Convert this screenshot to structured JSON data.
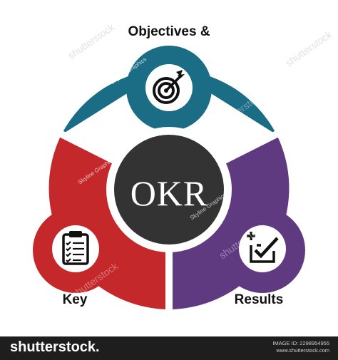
{
  "diagram": {
    "center_label": "OKR",
    "segments": [
      {
        "label": "Objectives &",
        "color": "#1b6d86",
        "icon": "target-icon"
      },
      {
        "label": "Key",
        "color": "#c4282b",
        "icon": "clipboard-checklist-icon"
      },
      {
        "label": "Results",
        "color": "#5f3a80",
        "icon": "task-checkbox-icon"
      }
    ]
  },
  "watermark": {
    "brand": "shutterstock",
    "author": "Skyline Graphics"
  },
  "footer": {
    "logo_text": "shutterstock",
    "logo_suffix": ".",
    "id_line1": "IMAGE ID: 2298954955",
    "id_line2": "www.shutterstock.com"
  }
}
